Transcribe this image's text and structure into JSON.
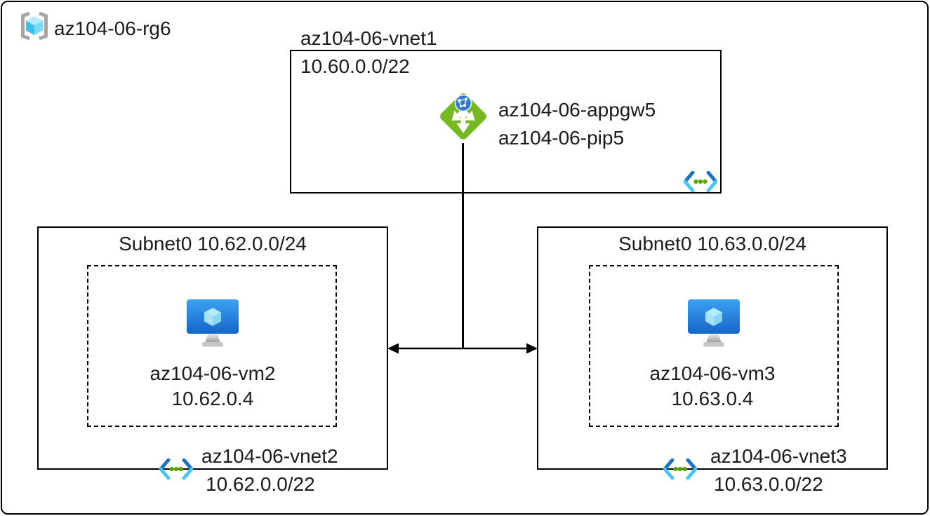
{
  "resource_group": {
    "label": "az104-06-rg6"
  },
  "vnet1": {
    "title": "az104-06-vnet1",
    "cidr": "10.60.0.0/22",
    "appgw_name": "az104-06-appgw5",
    "pip_name": "az104-06-pip5"
  },
  "vnet2": {
    "subnet_label": "Subnet0 10.62.0.0/24",
    "vm_name": "az104-06-vm2",
    "vm_ip": "10.62.0.4",
    "name": "az104-06-vnet2",
    "cidr": "10.62.0.0/22"
  },
  "vnet3": {
    "subnet_label": "Subnet0 10.63.0.0/24",
    "vm_name": "az104-06-vm3",
    "vm_ip": "10.63.0.4",
    "name": "az104-06-vnet3",
    "cidr": "10.63.0.0/22"
  },
  "icons": {
    "resource_group": "resource-group-icon",
    "application_gateway": "application-gateway-icon",
    "virtual_network": "virtual-network-icon",
    "virtual_machine": "virtual-machine-icon",
    "peering_arrow": "double-arrow-connector"
  },
  "colors": {
    "gateway_green": "#76b821",
    "globe_blue": "#2e7bd0",
    "vm_blue_top": "#3da1f2",
    "vm_blue_bottom": "#1565c8",
    "cube_top": "#b5ecfa",
    "cube_left": "#3fc2ea",
    "cube_right": "#7cdaf5",
    "vnet_chevron_dark": "#1d72c2",
    "vnet_chevron_light": "#4ac6f0",
    "vnet_dot_green": "#5aa300",
    "bracket_gray": "#a6a6a6",
    "line_color": "#000000"
  }
}
